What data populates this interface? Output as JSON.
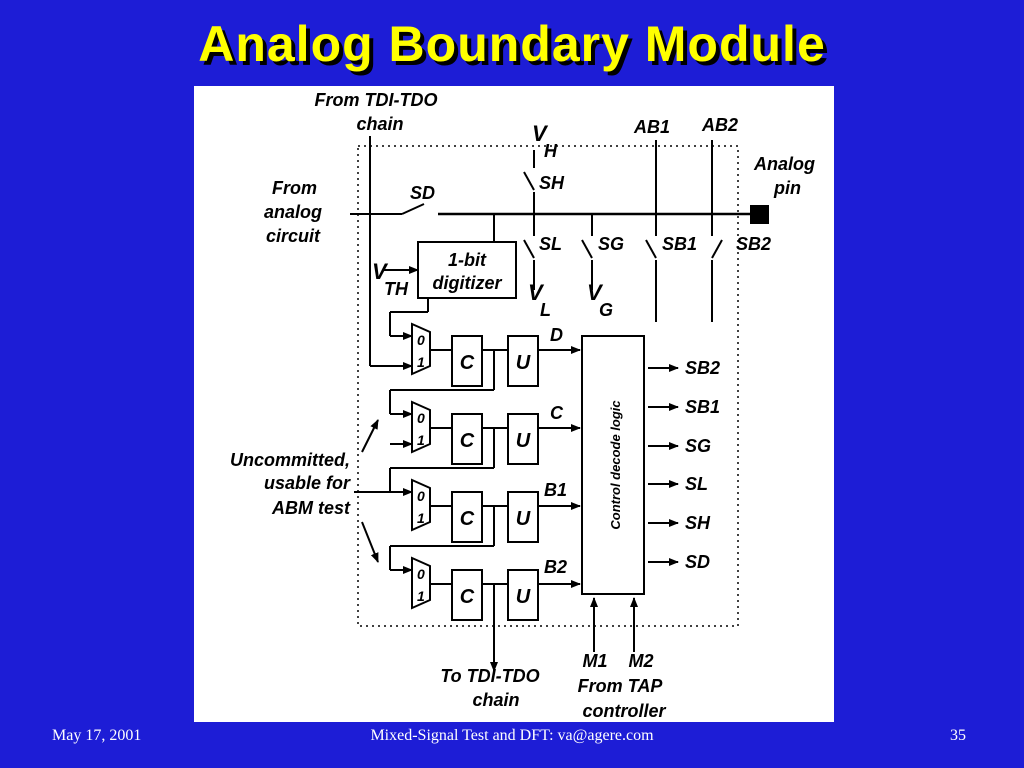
{
  "title": "Analog Boundary Module",
  "footer": {
    "date": "May 17, 2001",
    "center": "Mixed-Signal Test and DFT: va@agere.com",
    "page": "35"
  },
  "diagram": {
    "from_chain": [
      "From TDI-TDO",
      "chain"
    ],
    "from_analog": [
      "From",
      "analog",
      "circuit"
    ],
    "analog_pin": [
      "Analog",
      "pin"
    ],
    "ab1": "AB1",
    "ab2": "AB2",
    "vh": {
      "main": "V",
      "sub": "H"
    },
    "sh": "SH",
    "sd": "SD",
    "sl": "SL",
    "sg": "SG",
    "sb1": "SB1",
    "sb2": "SB2",
    "vth": {
      "main": "V",
      "sub": "TH"
    },
    "digitizer": [
      "1-bit",
      "digitizer"
    ],
    "vl": {
      "main": "V",
      "sub": "L"
    },
    "vg": {
      "main": "V",
      "sub": "G"
    },
    "mux_0": "0",
    "mux_1": "1",
    "cell_c": "C",
    "cell_u": "U",
    "row_labels": [
      "D",
      "C",
      "B1",
      "B2"
    ],
    "control_logic": "Control decode logic",
    "outputs": [
      "SB2",
      "SB1",
      "SG",
      "SL",
      "SH",
      "SD"
    ],
    "uncommitted": [
      "Uncommitted,",
      "usable for",
      "ABM test"
    ],
    "to_chain": [
      "To TDI-TDO",
      "chain"
    ],
    "m1": "M1",
    "m2": "M2",
    "from_tap": [
      "From TAP",
      "controller"
    ]
  }
}
